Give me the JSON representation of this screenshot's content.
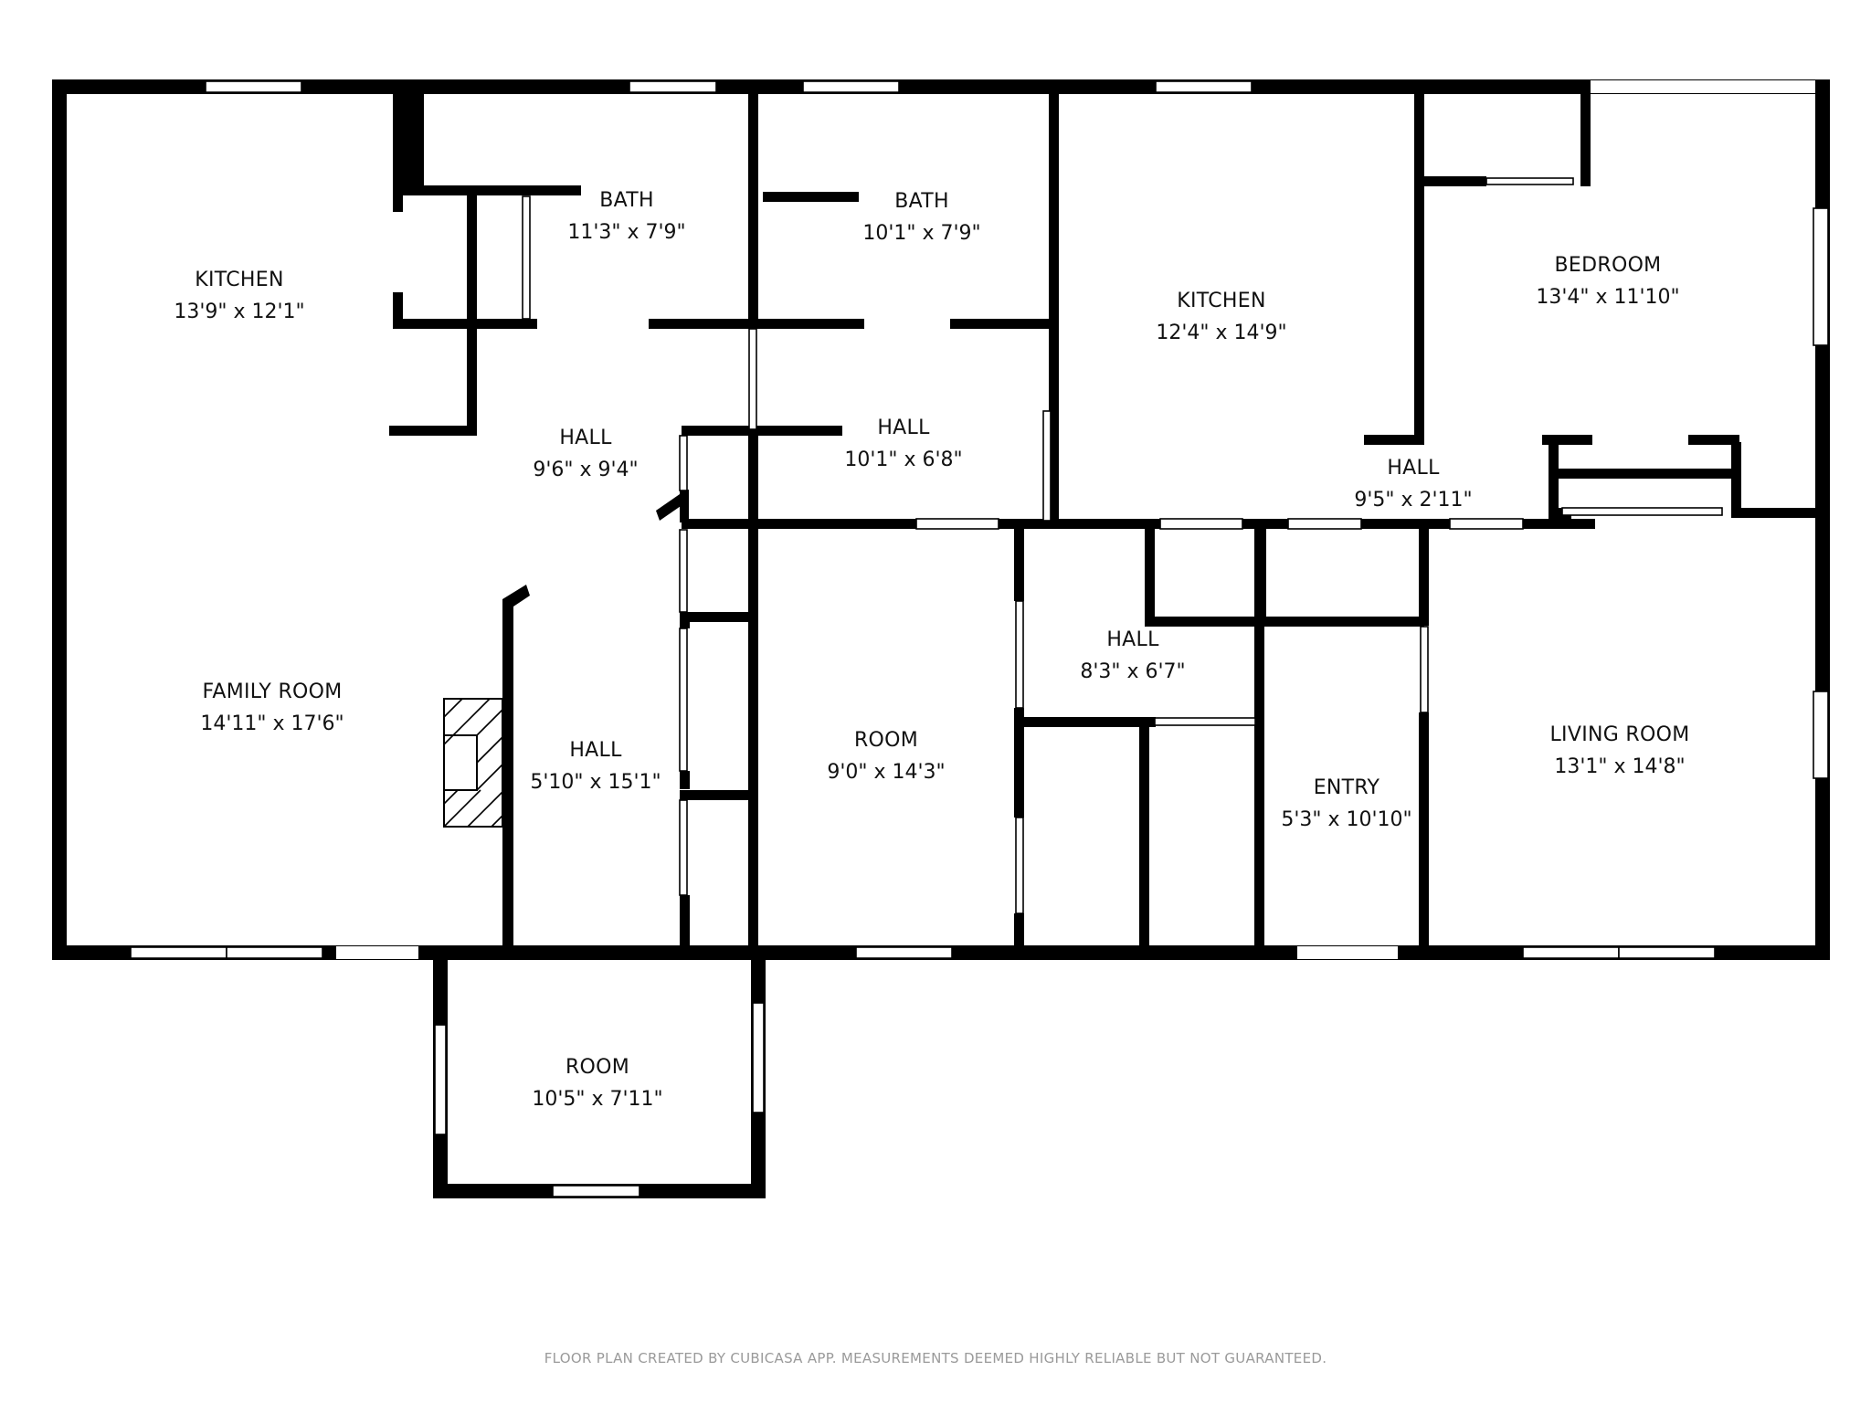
{
  "plan": {
    "wall_color": "#000000",
    "rooms": [
      {
        "id": "kitchen-left",
        "name": "KITCHEN",
        "dim": "13'9\" x 12'1\""
      },
      {
        "id": "bath-left",
        "name": "BATH",
        "dim": "11'3\" x 7'9\""
      },
      {
        "id": "bath-center",
        "name": "BATH",
        "dim": "10'1\" x 7'9\""
      },
      {
        "id": "kitchen-center",
        "name": "KITCHEN",
        "dim": "12'4\" x 14'9\""
      },
      {
        "id": "bedroom",
        "name": "BEDROOM",
        "dim": "13'4\" x 11'10\""
      },
      {
        "id": "hall-left",
        "name": "HALL",
        "dim": "9'6\" x 9'4\""
      },
      {
        "id": "hall-center",
        "name": "HALL",
        "dim": "10'1\" x 6'8\""
      },
      {
        "id": "hall-right",
        "name": "HALL",
        "dim": "9'5\" x 2'11\""
      },
      {
        "id": "family-room",
        "name": "FAMILY ROOM",
        "dim": "14'11\" x 17'6\""
      },
      {
        "id": "hall-long",
        "name": "HALL",
        "dim": "5'10\" x 15'1\""
      },
      {
        "id": "room-center",
        "name": "ROOM",
        "dim": "9'0\" x 14'3\""
      },
      {
        "id": "hall-small",
        "name": "HALL",
        "dim": "8'3\" x 6'7\""
      },
      {
        "id": "entry",
        "name": "ENTRY",
        "dim": "5'3\" x 10'10\""
      },
      {
        "id": "living-room",
        "name": "LIVING ROOM",
        "dim": "13'1\" x 14'8\""
      },
      {
        "id": "room-bottom",
        "name": "ROOM",
        "dim": "10'5\" x 7'11\""
      }
    ]
  },
  "footer": {
    "text": "FLOOR PLAN CREATED BY CUBICASA APP. MEASUREMENTS DEEMED HIGHLY RELIABLE BUT NOT GUARANTEED."
  }
}
